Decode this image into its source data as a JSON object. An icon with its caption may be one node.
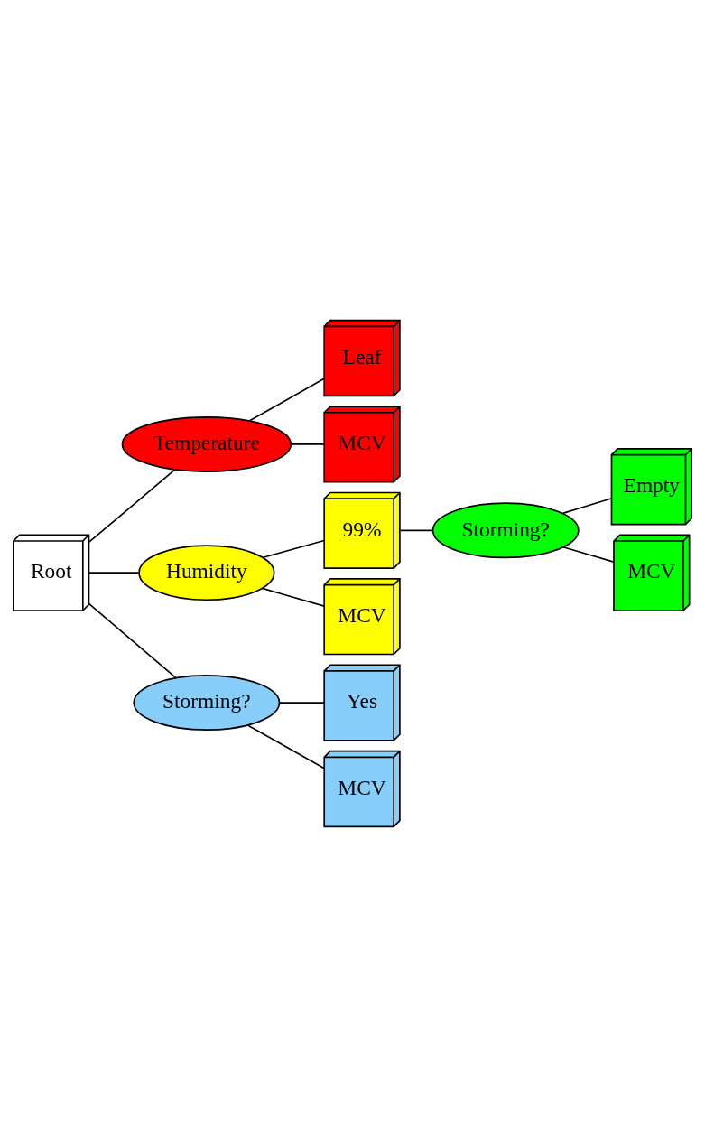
{
  "diagram": {
    "nodes": [
      {
        "text": [
          "Root"
        ]
      },
      {
        "text": [
          "Temperature"
        ]
      },
      {
        "text": [
          "Leaf"
        ]
      },
      {
        "text": [
          "MCV"
        ]
      },
      {
        "text": [
          "Humidity"
        ]
      },
      {
        "text": [
          "99%"
        ]
      },
      {
        "text": [
          "Storming?"
        ]
      },
      {
        "text": [
          "Empty"
        ]
      },
      {
        "text": [
          "MCV"
        ]
      },
      {
        "text": [
          "MCV"
        ]
      },
      {
        "text": [
          "Storming?"
        ]
      },
      {
        "text": [
          "Yes"
        ]
      },
      {
        "text": [
          "MCV"
        ]
      }
    ],
    "edges": [
      {
        "from": 0,
        "to": 1,
        "arrow": "none"
      },
      {
        "from": 1,
        "to": 2,
        "arrow": "none"
      },
      {
        "from": 1,
        "to": 3,
        "arrow": "none"
      },
      {
        "from": 0,
        "to": 4,
        "arrow": "none"
      },
      {
        "from": 4,
        "to": 5,
        "arrow": "none"
      },
      {
        "from": 5,
        "to": 6,
        "arrow": "none"
      },
      {
        "from": 6,
        "to": 7,
        "arrow": "none"
      },
      {
        "from": 6,
        "to": 8,
        "arrow": "none"
      },
      {
        "from": 4,
        "to": 9,
        "arrow": "none"
      },
      {
        "from": 0,
        "to": 10,
        "arrow": "none"
      },
      {
        "from": 10,
        "to": 11,
        "arrow": "none"
      },
      {
        "from": 10,
        "to": 12,
        "arrow": "none"
      }
    ]
  }
}
